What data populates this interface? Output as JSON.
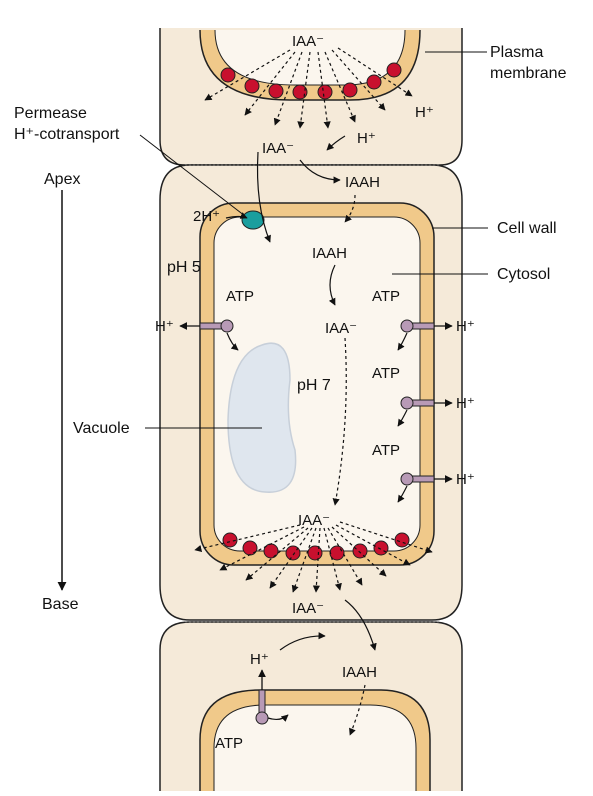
{
  "labels": {
    "plasma_membrane_line1": "Plasma",
    "plasma_membrane_line2": "membrane",
    "permease_line1": "Permease",
    "permease_line2": "H⁺-cotransport",
    "apex": "Apex",
    "base": "Base",
    "cell_wall": "Cell wall",
    "cytosol": "Cytosol",
    "vacuole": "Vacuole",
    "ph5": "pH 5",
    "ph7": "pH 7",
    "two_h": "2H⁺",
    "atp": "ATP",
    "h_plus": "H⁺",
    "iaa_minus": "IAA⁻",
    "iaah": "IAAH"
  },
  "colors": {
    "cell_fill": "#f5ead9",
    "cell_outline": "#222222",
    "membrane_band": "#f0c98a",
    "cytosol": "#fbf6ee",
    "efflux_carrier": "#c8102e",
    "permease": "#1a9e9e",
    "atpase": "#b89ab6",
    "vacuole": "#dfe6ee"
  }
}
